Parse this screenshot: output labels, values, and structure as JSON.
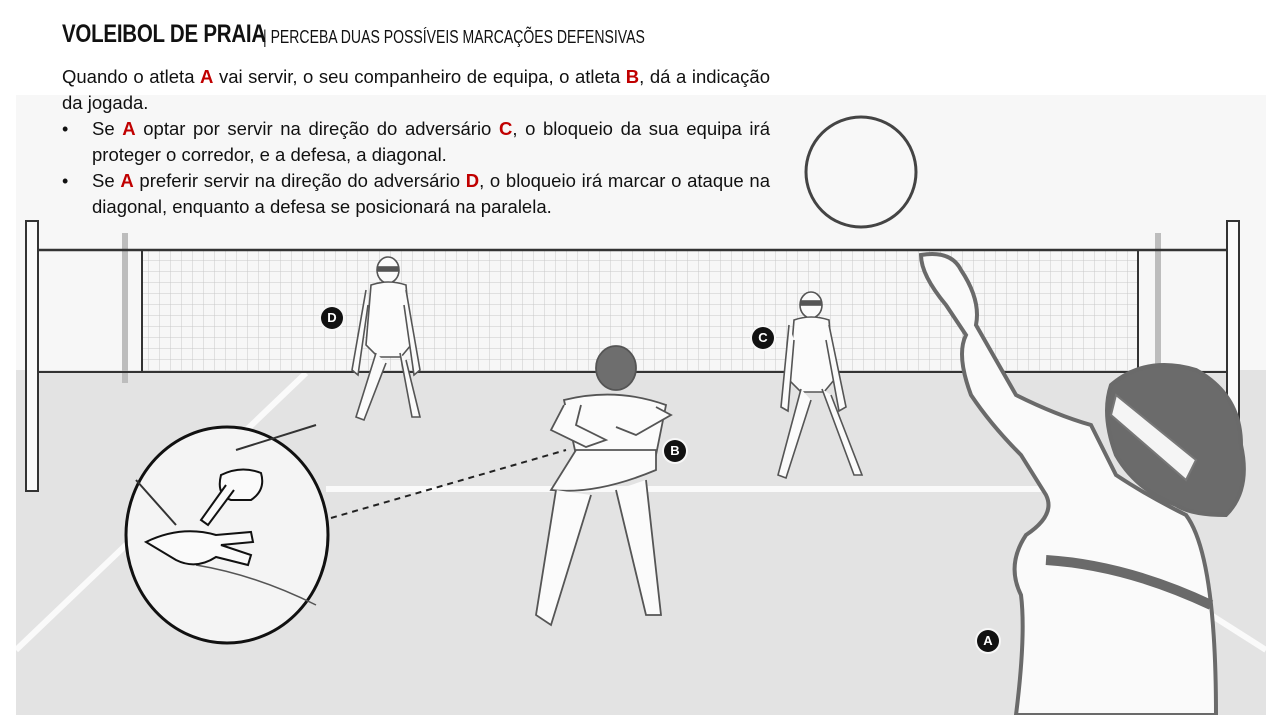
{
  "header": {
    "title": "VOLEIBOL DE PRAIA",
    "separator": "|",
    "subtitle": "PERCEBA DUAS POSSÍVEIS MARCAÇÕES DEFENSIVAS"
  },
  "intro": {
    "part1": "Quando o atleta ",
    "athlete_a": "A",
    "part2": " vai servir, o seu companheiro de equipa, o atleta ",
    "athlete_b": "B",
    "part3": ", dá a indicação da jogada."
  },
  "bullets": [
    {
      "pre": "Se ",
      "athlete": "A",
      "mid": " optar por servir na direção do adversário ",
      "opponent": "C",
      "post": ", o bloqueio da sua equipa irá proteger o corredor, e a defesa, a diagonal."
    },
    {
      "pre": "Se ",
      "athlete": "A",
      "mid": " preferir servir na direção do adversário ",
      "opponent": "D",
      "post": ", o bloqueio irá marcar o ataque na diagonal, enquanto a defesa se posicionará na paralela."
    }
  ],
  "illustration": {
    "labels": {
      "a": "A",
      "b": "B",
      "c": "C",
      "d": "D"
    },
    "elements": [
      "ball",
      "net",
      "player-a-server",
      "player-b-signaling",
      "player-c-opponent",
      "player-d-opponent",
      "hand-signal-inset"
    ]
  },
  "colors": {
    "highlight": "#c00000",
    "text": "#111111",
    "court": "#e3e3e3",
    "background": "#f7f7f7"
  }
}
